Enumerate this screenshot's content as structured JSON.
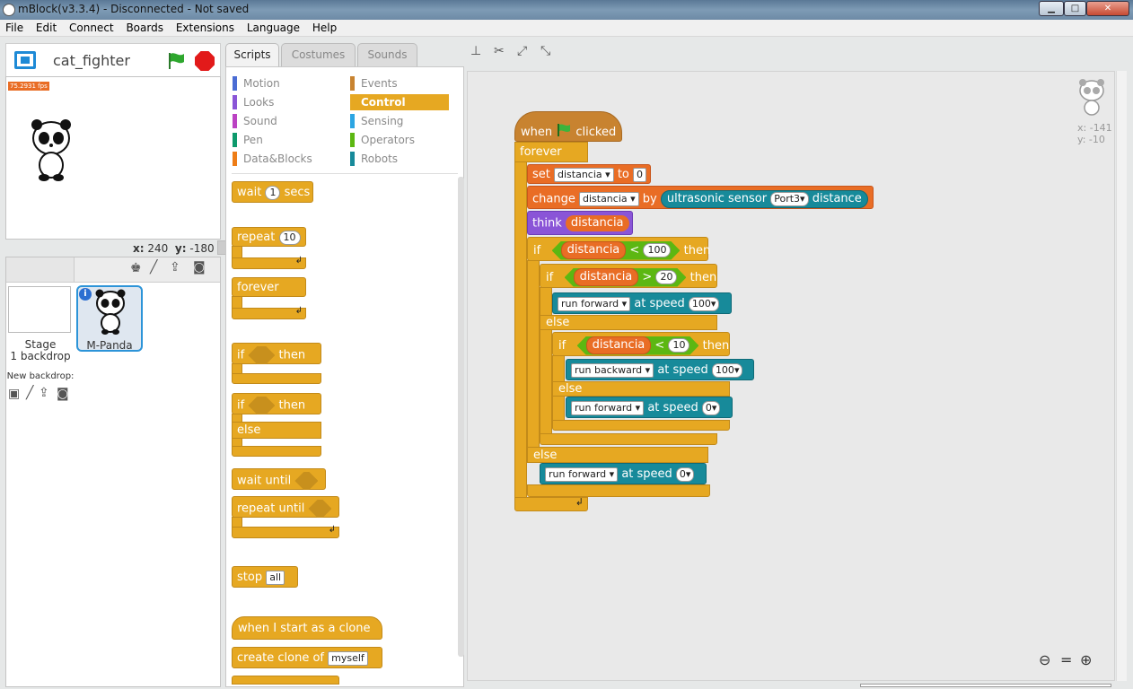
{
  "window": {
    "title": "mBlock(v3.3.4) - Disconnected - Not saved",
    "minimize": "▁",
    "maximize": "□",
    "close": "✕"
  },
  "menu": [
    "File",
    "Edit",
    "Connect",
    "Boards",
    "Extensions",
    "Language",
    "Help"
  ],
  "stage": {
    "sprite_name": "cat_fighter",
    "tag": "75.2931 fps",
    "coord_x_label": "x:",
    "coord_x": "240",
    "coord_y_label": "y:",
    "coord_y": "-180"
  },
  "sprites": {
    "stage_label": "Stage",
    "backdrop_count": "1 backdrop",
    "new_backdrop": "New backdrop:",
    "sprite_name": "M-Panda"
  },
  "tabs": [
    "Scripts",
    "Costumes",
    "Sounds"
  ],
  "categories": {
    "left": [
      "Motion",
      "Looks",
      "Sound",
      "Pen",
      "Data&Blocks"
    ],
    "right": [
      "Events",
      "Control",
      "Sensing",
      "Operators",
      "Robots"
    ],
    "left_colors": [
      "#4a6cd4",
      "#8a55d7",
      "#bb42c3",
      "#0e9a6c",
      "#ee7d16"
    ],
    "right_colors": [
      "#c88330",
      "#e6a822",
      "#2ca5e2",
      "#5cb712",
      "#178a9a"
    ]
  },
  "palette": {
    "wait": "wait",
    "wait_val": "1",
    "secs": "secs",
    "repeat": "repeat",
    "repeat_val": "10",
    "forever": "forever",
    "if": "if",
    "then": "then",
    "else": "else",
    "wait_until": "wait until",
    "repeat_until": "repeat until",
    "stop": "stop",
    "stop_val": "all",
    "clone_start": "when I start as a clone",
    "create_clone": "create clone of",
    "clone_val": "myself"
  },
  "script": {
    "hat_when": "when",
    "hat_clicked": "clicked",
    "forever": "forever",
    "set": "set",
    "var": "distancia",
    "to": "to",
    "set_val": "0",
    "change": "change",
    "by": "by",
    "sensor": "ultrasonic sensor",
    "port": "Port3",
    "distance": "distance",
    "think": "think",
    "if": "if",
    "then": "then",
    "else": "else",
    "lt": "<",
    "gt": ">",
    "v100": "100",
    "v20": "20",
    "v10": "10",
    "run_forward": "run forward",
    "run_backward": "run backward",
    "at_speed": "at speed",
    "speed100": "100",
    "speed0": "0"
  },
  "sprite_info": {
    "x_label": "x:",
    "x": "-141",
    "y_label": "y:",
    "y": "-10"
  }
}
